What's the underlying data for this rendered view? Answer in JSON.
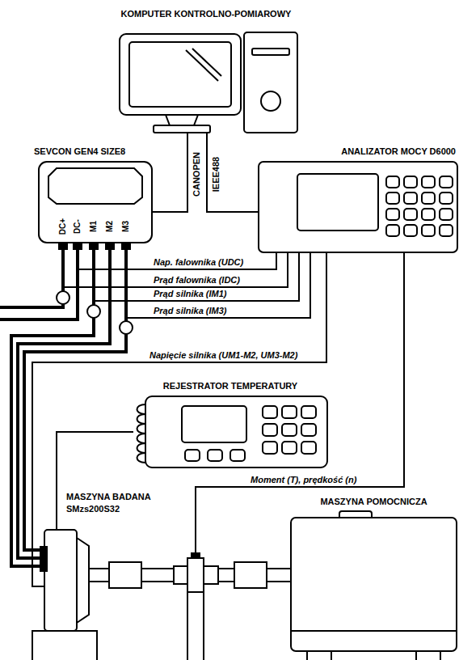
{
  "diagram": {
    "nodes": [
      {
        "text": [
          "KOMPUTER KONTROLNO-POMIAROWY"
        ]
      },
      {
        "text": [
          "SEVCON GEN4 SIZE8"
        ]
      },
      {
        "text": [
          "ANALIZATOR MOCY D6000"
        ]
      },
      {
        "text": [
          "REJESTRATOR TEMPERATURY"
        ]
      },
      {
        "text": [
          "MASZYNA BADANA",
          "SMzs200S32"
        ]
      },
      {
        "text": [
          "MASZYNA POMOCNICZA"
        ]
      }
    ],
    "edges": [
      {
        "from": 0,
        "to": 1,
        "arrow": "none",
        "label": "CANOPEN"
      },
      {
        "from": 0,
        "to": 2,
        "arrow": "none",
        "label": "IEEE488"
      },
      {
        "from": 1,
        "to": 2,
        "arrow": "none",
        "label": "Nap. falownika (UDC)"
      },
      {
        "from": 1,
        "to": 2,
        "arrow": "none",
        "label": "Prąd falownika (IDC)"
      },
      {
        "from": 1,
        "to": 2,
        "arrow": "none",
        "label": "Prąd silnika (IM1)"
      },
      {
        "from": 1,
        "to": 2,
        "arrow": "none",
        "label": "Prąd silnika (IM3)"
      },
      {
        "from": 4,
        "to": 2,
        "arrow": "none",
        "label": "Napięcie silnika (UM1-M2, UM3-M2)"
      },
      {
        "from": 1,
        "to": 4,
        "arrow": "none"
      },
      {
        "from": 3,
        "to": 4,
        "arrow": "none"
      }
    ],
    "labels": [
      "DC+",
      "DC-",
      "M1",
      "M2",
      "M3",
      "Moment (T), prędkość (n)"
    ]
  }
}
